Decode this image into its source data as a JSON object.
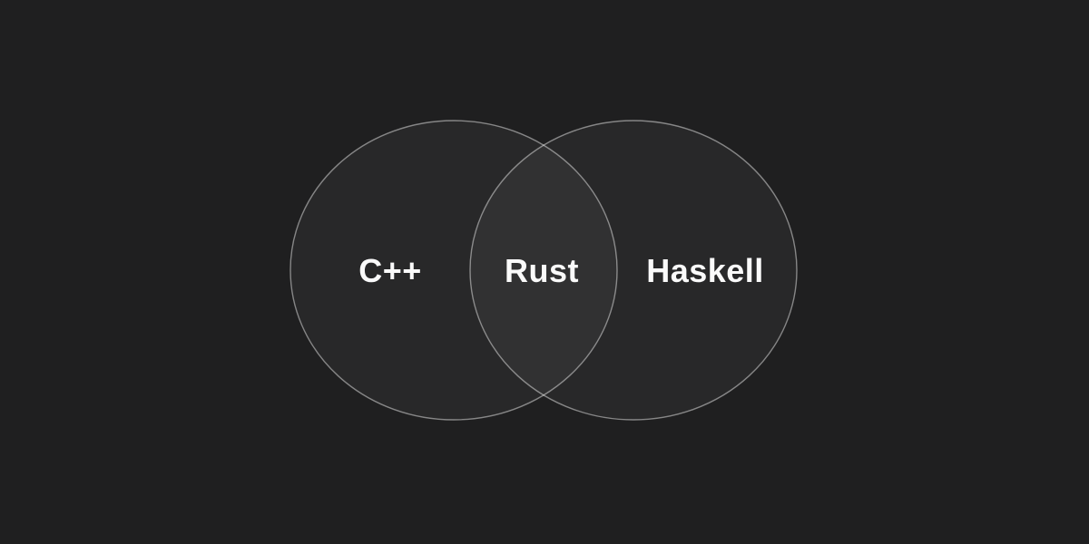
{
  "diagram": {
    "type": "venn",
    "background_color": "#1f1f20",
    "circle_fill": "rgba(255,255,255,0.045)",
    "circle_stroke_color": "rgba(255,255,255,0.45)",
    "label_color": "#fafafa",
    "sets": [
      {
        "label": "C++",
        "region": "left-circle-only"
      },
      {
        "label": "Haskell",
        "region": "right-circle-only"
      }
    ],
    "intersection": {
      "label": "Rust"
    }
  }
}
